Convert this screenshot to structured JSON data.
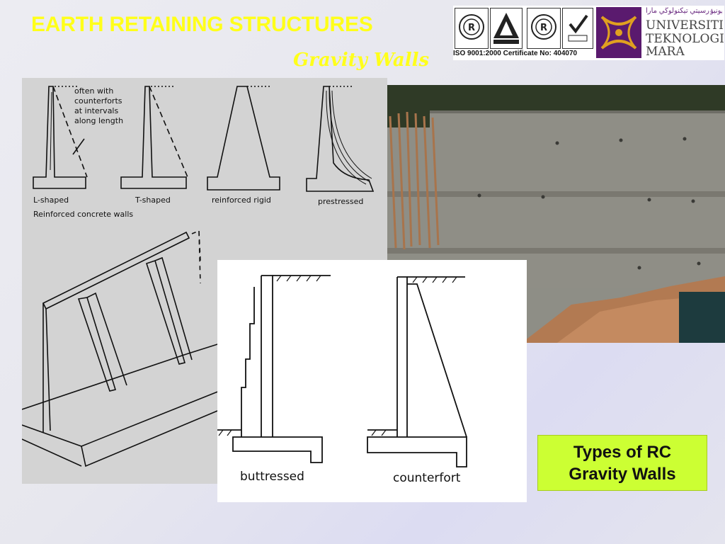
{
  "slide": {
    "title": "EARTH RETAINING STRUCTURES",
    "subtitle": "Gravity Walls"
  },
  "logos": {
    "certificate_caption": "ISO 9001:2000 Certificate No: 404070",
    "cert_marks": [
      "registered-mark-icon",
      "certified-triangle-icon",
      "registered-mark-icon",
      "ukas-check-icon"
    ],
    "university_jawi": "يونيۏرسيتي تيكنولوڬي مارا",
    "university_line1": "UNIVERSITI",
    "university_line2": "TEKNOLOGI",
    "university_line3": "MARA",
    "colors": {
      "uitm_purple": "#5a1a6e",
      "uitm_gold": "#e0a020"
    }
  },
  "diagram_left": {
    "annotation": [
      "often with",
      "counterforts",
      "at intervals",
      "along length"
    ],
    "types": [
      "L-shaped",
      "T-shaped",
      "reinforced rigid",
      "prestressed"
    ],
    "caption": "Reinforced concrete walls"
  },
  "diagram_center": {
    "labels": [
      "buttressed",
      "counterfort"
    ]
  },
  "callout": {
    "line1": "Types of RC",
    "line2": "Gravity Walls"
  },
  "colors": {
    "title_yellow": "#ffff1a",
    "callout_green": "#ccff33"
  }
}
